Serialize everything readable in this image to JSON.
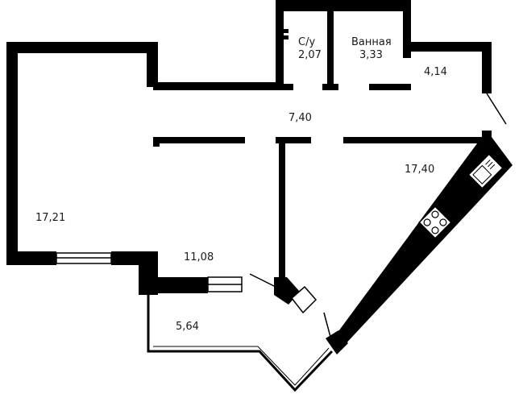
{
  "rooms": {
    "living_room": {
      "area": "17,21"
    },
    "bedroom": {
      "area": "11,08"
    },
    "loggia": {
      "area": "5,64"
    },
    "hallway": {
      "area": "7,40"
    },
    "kitchen_living": {
      "area": "17,40"
    },
    "wardrobe": {
      "area": "4,14"
    },
    "toilet": {
      "name": "С/у",
      "area": "2,07"
    },
    "bathroom": {
      "name": "Ванная",
      "area": "3,33"
    }
  },
  "colors": {
    "wall": "#000000",
    "background": "#ffffff",
    "text": "#1a1a1a"
  }
}
